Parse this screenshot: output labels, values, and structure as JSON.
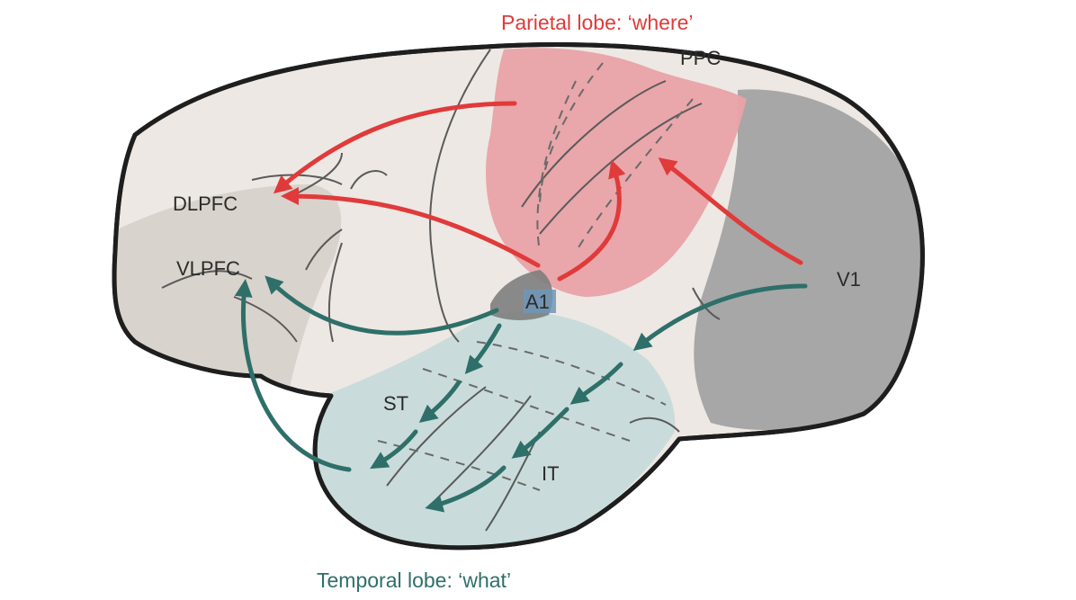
{
  "titles": {
    "parietal": "Parietal lobe: ‘where’",
    "temporal": "Temporal lobe: ‘what’"
  },
  "labels": {
    "ppc": "PPC",
    "dlpfc": "DLPFC",
    "vlpfc": "VLPFC",
    "a1": "A1",
    "v1": "V1",
    "st": "ST",
    "it": "IT"
  },
  "colors": {
    "where": "#e03a3a",
    "what": "#2f6f6a",
    "parietal_region": "#e9a2a8",
    "temporal_region": "#c9dcdb",
    "occipital_region": "#a7a7a7",
    "frontal_region": "#d8d3cc",
    "brain_fill": "#ede8e3",
    "a1_box": "#6e97b8"
  }
}
